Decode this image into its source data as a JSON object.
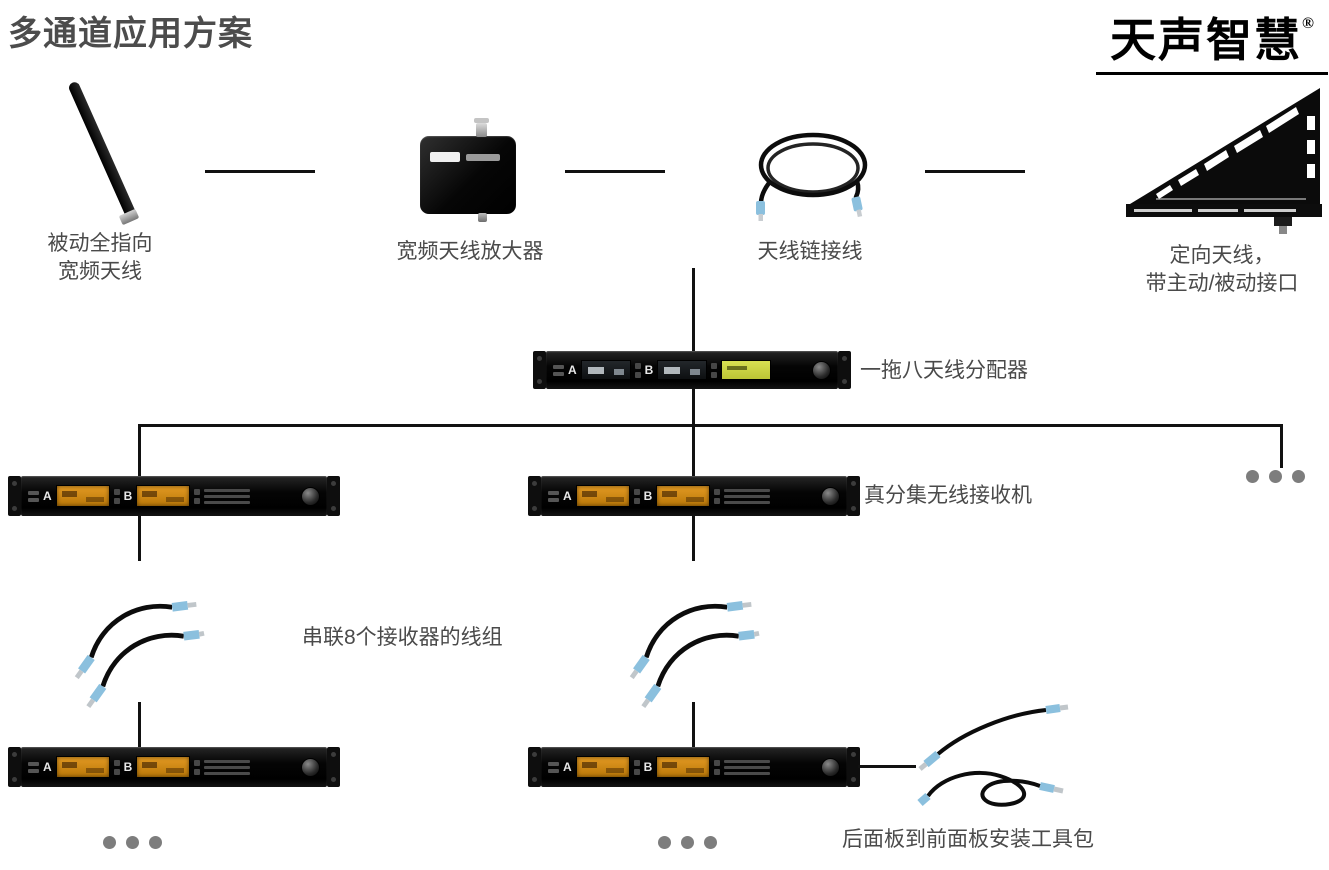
{
  "header": {
    "title": "多通道应用方案",
    "brand_name": "天声智慧",
    "brand_mark": "®"
  },
  "labels": {
    "whip_antenna_line1": "被动全指向",
    "whip_antenna_line2": "宽频天线",
    "amplifier": "宽频天线放大器",
    "link_cable": "天线链接线",
    "directional_line1": "定向天线，",
    "directional_line2": "带主动/被动接口",
    "distributor": "一拖八天线分配器",
    "receiver": "真分集无线接收机",
    "chain_cables": "串联8个接收器的线组",
    "toolkit": "后面板到前面板安装工具包"
  },
  "rack": {
    "channel_a": "A",
    "channel_b": "B"
  },
  "colors": {
    "display_amber": "#e39a23",
    "display_green": "#d8e052",
    "connector_blue": "#8bc0de",
    "line_black": "#111111",
    "label_gray": "#4a4a4a",
    "dot_gray": "#7d7d7d"
  }
}
